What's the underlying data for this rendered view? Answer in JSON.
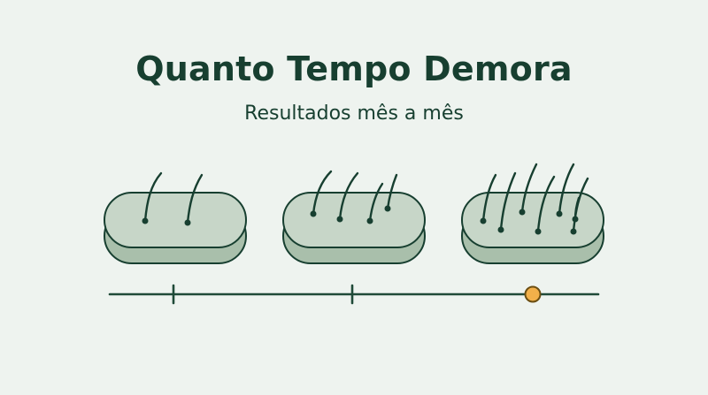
{
  "title": "Quanto Tempo Demora",
  "subtitle": "Resultados mês a mês",
  "colors": {
    "background": "#eef3ef",
    "ink": "#173f30",
    "pad_top": "#c7d6c8",
    "pad_side": "#a9bfab",
    "timeline": "#1f4a38",
    "marker": "#f2b04a",
    "marker_stroke": "#6b4e12"
  },
  "stages": [
    {
      "name": "stage-1",
      "hairs": 2
    },
    {
      "name": "stage-2",
      "hairs": 4
    },
    {
      "name": "stage-3",
      "hairs": 7
    }
  ],
  "timeline": {
    "ticks": 2,
    "current_marker": "circle-marker"
  }
}
